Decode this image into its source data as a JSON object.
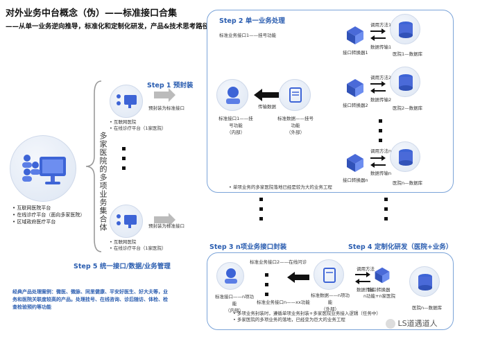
{
  "title": "对外业务中台概念（伪）——标准接口合集",
  "subtitle": "——从单一业务逆向推导，标准化和定制化研发，产品&技术思考路径",
  "left": {
    "bullets": [
      "互联网医院平台",
      "在线诊疗平台（面向多家医院）",
      "区域政府医疗平台"
    ],
    "vertical_label": "多家医院的多项业务集合体"
  },
  "step1": {
    "label": "Step 1  预封装",
    "arrow_text": "预封装为标准接口",
    "top_bullets": [
      "互联网医院",
      "在线诊疗平台（1家医院）"
    ],
    "bottom_bullets": [
      "互联网医院",
      "在线诊疗平台（1家医院）"
    ]
  },
  "step2": {
    "label": "Step 2  单一业务处理",
    "interface_title": "标准业务接口1——挂号功能",
    "transfer_label": "传输数据",
    "left_node": "标准接口1——挂号功能\n（内部）",
    "right_node": "标准数据——挂号功能\n（外部）",
    "note": "单项业务的多家医院落地已经是较为大的业务工程",
    "converters": [
      "接口转换器1",
      "接口转换器2",
      "接口转换器n"
    ],
    "hospitals": [
      "医院1—数据库",
      "医院2—数据库",
      "医院n—数据库"
    ],
    "call_label": "调用方法1",
    "data_label": "数据传输1",
    "call_label2": "调用方法2",
    "data_label2": "数据传输2",
    "call_label_n": "调用方法n",
    "data_label_n": "数据传输n"
  },
  "step3": {
    "label": "Step 3    n项业务接口封装",
    "interface_title": "标准业务接口2——在线问诊",
    "left_node1": "标准接口——n项功能\n（内部）",
    "left_node2": "标准业务接口n——xx功能",
    "right_node": "标准数据——n项功能\n（外部）",
    "notes": [
      "多项业务封装时，遵循单项业务封装+多家医院业务接入逻辑（任务中）",
      "多家医院的多项业务的落地，已经变为巨大的业务工程"
    ]
  },
  "step4": {
    "label": "Step 4    定制化研发（医院+业务）",
    "call_label": "调用方法",
    "data_label": "数据传输",
    "converter": "接口转换器",
    "converter_sub": "n功能+n家医院",
    "hospital": "医院n—数据库"
  },
  "step5": {
    "label": "Step 5    统一接口/数据/业务管理",
    "footnote": "经典产品处理案例：微医、微脉、同里健康、平安好医生、好大夫等，业务和医院关联度较高的产品。处理挂号、在线咨询、诊后随访、体检、检查检验预约等功能"
  },
  "watermark": "LS道遇道人"
}
